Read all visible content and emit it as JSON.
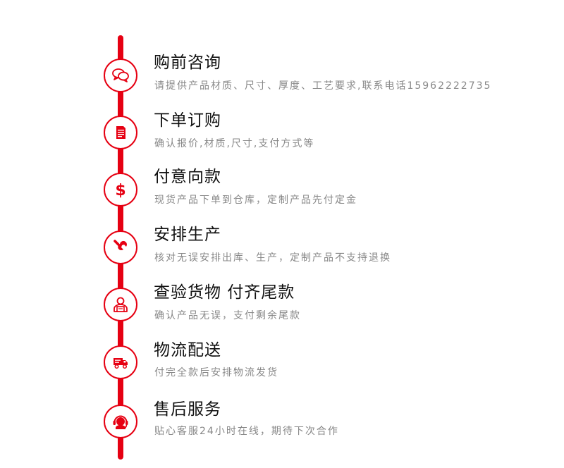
{
  "accent_color": "#e60012",
  "steps": [
    {
      "title": "购前咨询",
      "desc": "请提供产品材质、尺寸、厚度、工艺要求,联系电话15962222735",
      "icon": "chat-bubbles-icon"
    },
    {
      "title": "下单订购",
      "desc": "确认报价,材质,尺寸,支付方式等",
      "icon": "document-icon"
    },
    {
      "title": "付意向款",
      "desc": "现货产品下单到仓库，定制产品先付定金",
      "icon": "dollar-icon"
    },
    {
      "title": "安排生产",
      "desc": "核对无误安排出库、生产，定制产品不支持退换",
      "icon": "wrench-icon"
    },
    {
      "title": "查验货物 付齐尾款",
      "desc": "确认产品无误，支付剩余尾款",
      "icon": "inspector-icon"
    },
    {
      "title": "物流配送",
      "desc": "付完全款后安排物流发货",
      "icon": "delivery-truck-icon"
    },
    {
      "title": "售后服务",
      "desc": "贴心客服24小时在线，期待下次合作",
      "icon": "headset-icon"
    }
  ]
}
